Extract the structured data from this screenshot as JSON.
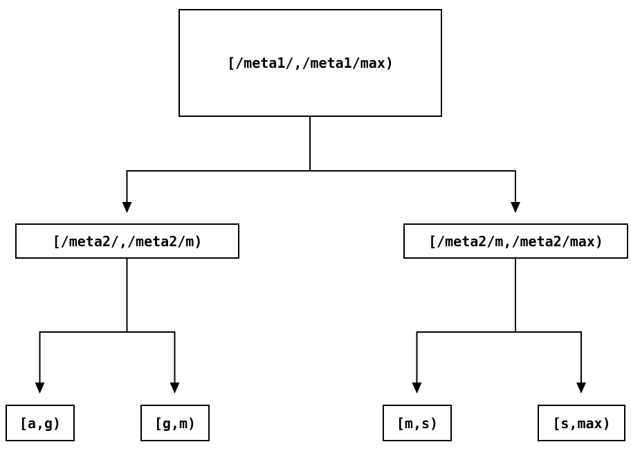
{
  "diagram": {
    "type": "tree",
    "colors": {
      "background": "#ffffff",
      "line": "#000000",
      "box_border": "#000000",
      "text": "#000000"
    },
    "tree": {
      "root": {
        "label": "[/meta1/,/meta1/max)"
      },
      "children": [
        {
          "label": "[/meta2/,/meta2/m)",
          "children": [
            {
              "label": "[a,g)"
            },
            {
              "label": "[g,m)"
            }
          ]
        },
        {
          "label": "[/meta2/m,/meta2/max)",
          "children": [
            {
              "label": "[m,s)"
            },
            {
              "label": "[s,max)"
            }
          ]
        }
      ]
    },
    "edges": [
      {
        "from": "[/meta1/,/meta1/max)",
        "to": "[/meta2/,/meta2/m)"
      },
      {
        "from": "[/meta1/,/meta1/max)",
        "to": "[/meta2/m,/meta2/max)"
      },
      {
        "from": "[/meta2/,/meta2/m)",
        "to": "[a,g)"
      },
      {
        "from": "[/meta2/,/meta2/m)",
        "to": "[g,m)"
      },
      {
        "from": "[/meta2/m,/meta2/max)",
        "to": "[m,s)"
      },
      {
        "from": "[/meta2/m,/meta2/max)",
        "to": "[s,max)"
      }
    ]
  }
}
